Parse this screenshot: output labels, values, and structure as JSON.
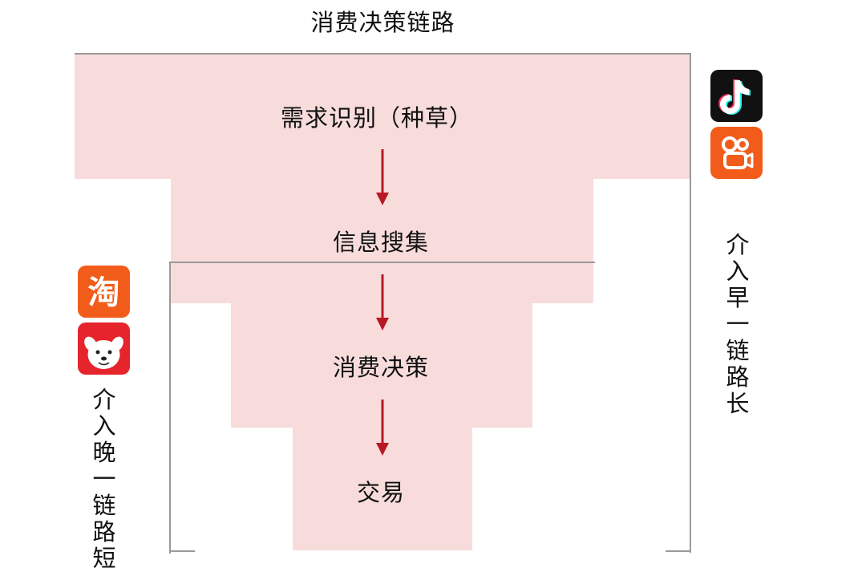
{
  "title": "消费决策链路",
  "steps": [
    {
      "label": "需求识别（种草）"
    },
    {
      "label": "信息搜集"
    },
    {
      "label": "消费决策"
    },
    {
      "label": "交易"
    }
  ],
  "right_note": {
    "chars": [
      "介",
      "入",
      "早",
      "一",
      "链",
      "路",
      "长"
    ],
    "icons": [
      "tiktok-icon",
      "kuaishou-icon"
    ]
  },
  "left_note": {
    "chars": [
      "介",
      "入",
      "晚",
      "一",
      "链",
      "路",
      "短"
    ],
    "icons": [
      "taobao-icon",
      "jd-icon"
    ]
  },
  "colors": {
    "band": "#f8dcdc",
    "arrow": "#b81824",
    "bracket": "#9a9a9a",
    "tiktok_bg": "#111111",
    "orange_app": "#f25c1a",
    "jd_red": "#e5242b"
  }
}
